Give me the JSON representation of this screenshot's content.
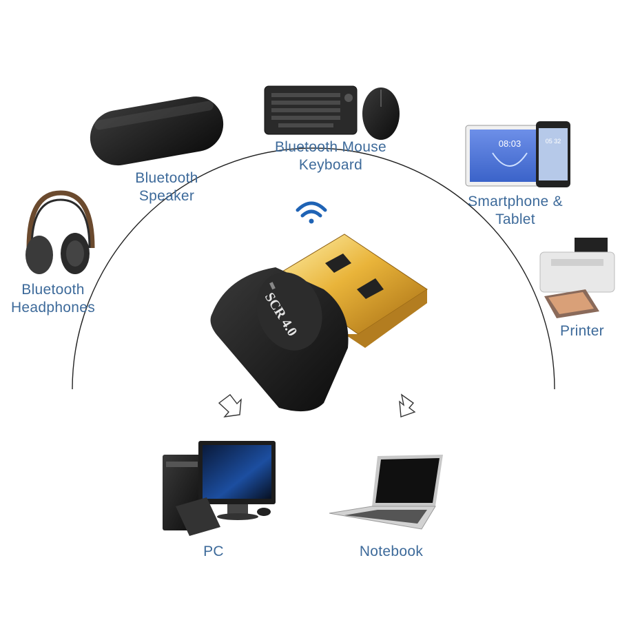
{
  "devices": {
    "speaker": {
      "line1": "Bluetooth",
      "line2": "Speaker"
    },
    "mouse_keyboard": {
      "line1": "Bluetooth Mouse",
      "line2": "Keyboard"
    },
    "smartphone_tablet": {
      "line1": "Smartphone &",
      "line2": "Tablet"
    },
    "headphones": {
      "line1": "Bluetooth",
      "line2": "Headphones"
    },
    "printer": {
      "line1": "Printer"
    },
    "pc": {
      "line1": "PC"
    },
    "notebook": {
      "line1": "Notebook"
    }
  },
  "adapter": {
    "engraving": "SCR 4.0"
  },
  "screens": {
    "tablet_time": "08:03",
    "phone_time": "05 32"
  },
  "colors": {
    "label": "#3d6a9a",
    "wifi": "#1f63b5",
    "connector_gold": "#e9b43a",
    "adapter_body": "#1c1c1c"
  },
  "icons": [
    "speaker-icon",
    "keyboard-icon",
    "mouse-icon",
    "tablet-icon",
    "smartphone-icon",
    "headphones-icon",
    "printer-icon",
    "pc-icon",
    "notebook-icon",
    "wifi-icon",
    "usb-adapter-icon",
    "down-arrow-icon"
  ]
}
